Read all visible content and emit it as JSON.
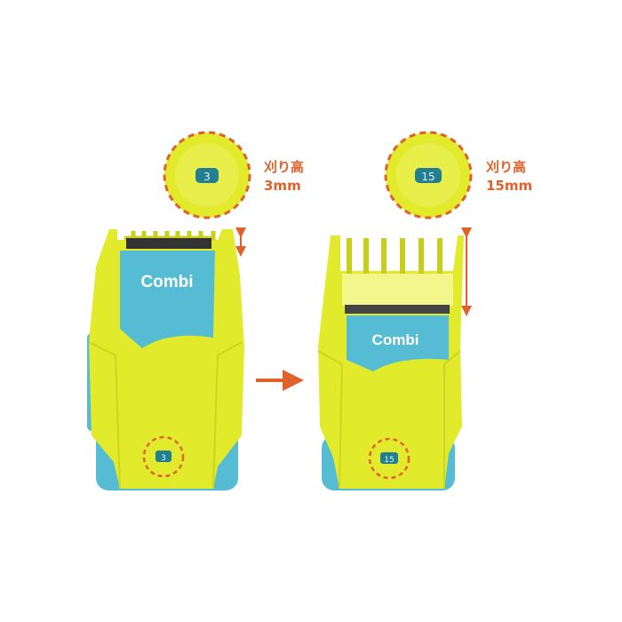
{
  "brand": "Combi",
  "left": {
    "dial_value": "3",
    "label_title": "刈り高",
    "label_height": "3mm"
  },
  "right": {
    "dial_value": "15",
    "label_title": "刈り高",
    "label_height": "15mm"
  },
  "colors": {
    "body": "#e2ea2c",
    "accent": "#56bcd3",
    "arrow": "#e0622a",
    "dial": "#237f8f"
  }
}
